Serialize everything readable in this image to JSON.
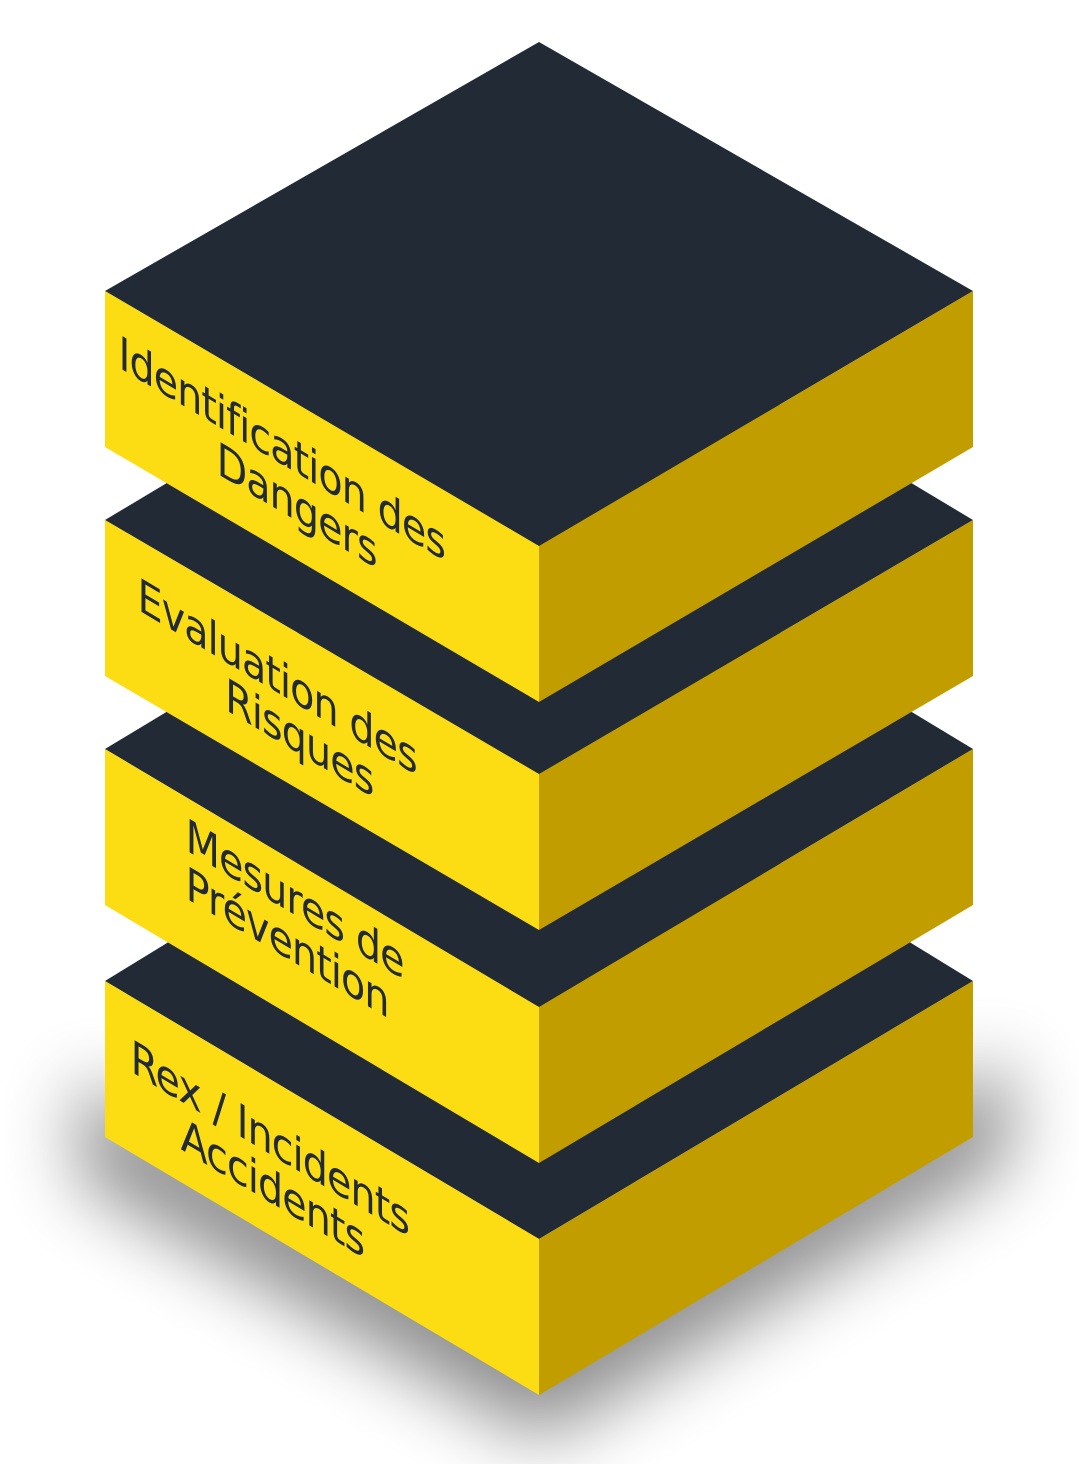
{
  "diagram": {
    "colors": {
      "top_face": "#222b35",
      "left_face": "#fcdc12",
      "right_face": "#c29d00",
      "label_text": "#222b35",
      "background": "#ffffff"
    },
    "layers": [
      {
        "label_line1": "Identification des",
        "label_line2": "Dangers"
      },
      {
        "label_line1": "Evaluation des",
        "label_line2": "Risques"
      },
      {
        "label_line1": "Mesures de",
        "label_line2": "Prévention"
      },
      {
        "label_line1": "Rex / Incidents",
        "label_line2": "Accidents"
      }
    ]
  }
}
